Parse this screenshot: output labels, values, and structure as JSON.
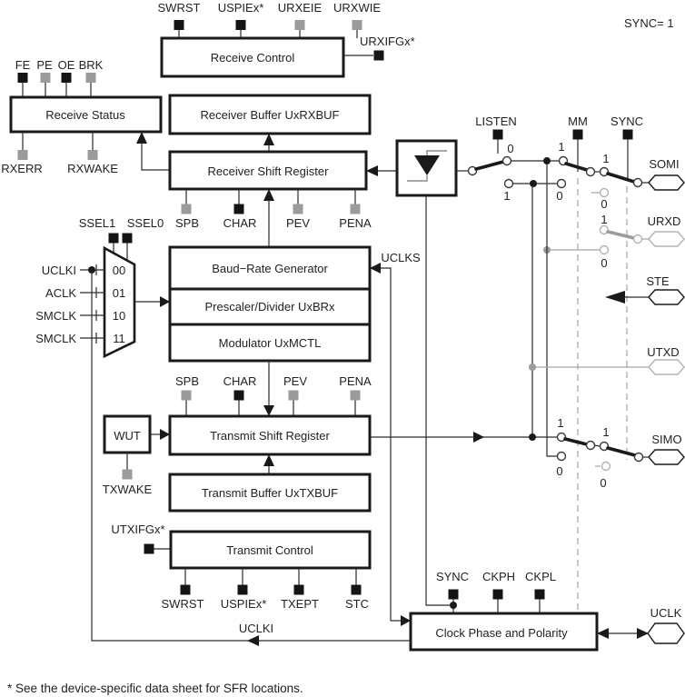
{
  "corner": "SYNC= 1",
  "footnote": "* See the device-specific data sheet for SFR locations.",
  "blocks": {
    "receive_control": "Receive Control",
    "receive_status": "Receive Status",
    "receiver_buffer": "Receiver Buffer UxRXBUF",
    "receiver_shift": "Receiver Shift Register",
    "baud_rate": "Baud−Rate Generator",
    "prescaler": "Prescaler/Divider UxBRx",
    "modulator": "Modulator UxMCTL",
    "wut": "WUT",
    "transmit_shift": "Transmit Shift Register",
    "transmit_buffer": "Transmit Buffer UxTXBUF",
    "transmit_control": "Transmit Control",
    "clock_phase": "Clock Phase and Polarity"
  },
  "bits": {
    "swrst": "SWRST",
    "uspie": "USPIEx*",
    "urxeie": "URXEIE",
    "urxwie": "URXWIE",
    "urxifg": "URXIFGx*",
    "fe": "FE",
    "pe": "PE",
    "oe": "OE",
    "brk": "BRK",
    "rxerr": "RXERR",
    "rxwake": "RXWAKE",
    "spb": "SPB",
    "char": "CHAR",
    "pev": "PEV",
    "pena": "PENA",
    "ssel1": "SSEL1",
    "ssel0": "SSEL0",
    "uclki": "UCLKI",
    "aclk": "ACLK",
    "smclk": "SMCLK",
    "c00": "00",
    "c01": "01",
    "c10": "10",
    "c11": "11",
    "uclks": "UCLKS",
    "txwake": "TXWAKE",
    "utxifg": "UTXIFGx*",
    "txept": "TXEPT",
    "stc": "STC",
    "listen": "LISTEN",
    "mm": "MM",
    "sync": "SYNC",
    "ckph": "CKPH",
    "ckpl": "CKPL"
  },
  "pins": {
    "somi": "SOMI",
    "urxd": "URXD",
    "ste": "STE",
    "utxd": "UTXD",
    "simo": "SIMO",
    "uclk": "UCLK"
  },
  "sw": {
    "b0": "0",
    "b1": "1"
  },
  "colors": {
    "line": "#2b2b2b",
    "inactive": "#9b9b9b",
    "bit_black": "#141414",
    "bit_gray": "#9b9b9b"
  }
}
